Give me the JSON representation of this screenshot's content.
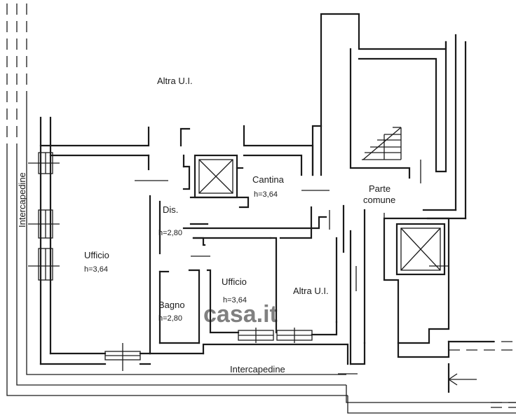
{
  "rooms": {
    "altra_ui_top": "Altra U.I.",
    "cantina": {
      "name": "Cantina",
      "height": "h=3,64"
    },
    "parte_comune": {
      "line1": "Parte",
      "line2": "comune"
    },
    "dis": {
      "name": "Dis.",
      "height": "h=2,80"
    },
    "ufficio_left": {
      "name": "Ufficio",
      "height": "h=3,64"
    },
    "ufficio_center": {
      "name": "Ufficio",
      "height": "h=3,64"
    },
    "altra_ui_bottom": "Altra U.I.",
    "bagno": {
      "name": "Bagno",
      "height": "h=2,80"
    },
    "intercapedine_left": "Intercapedine",
    "intercapedine_bottom": "Intercapedine"
  },
  "watermark": "casa.it",
  "colors": {
    "ink": "#1a1a1a",
    "paper": "#ffffff"
  }
}
